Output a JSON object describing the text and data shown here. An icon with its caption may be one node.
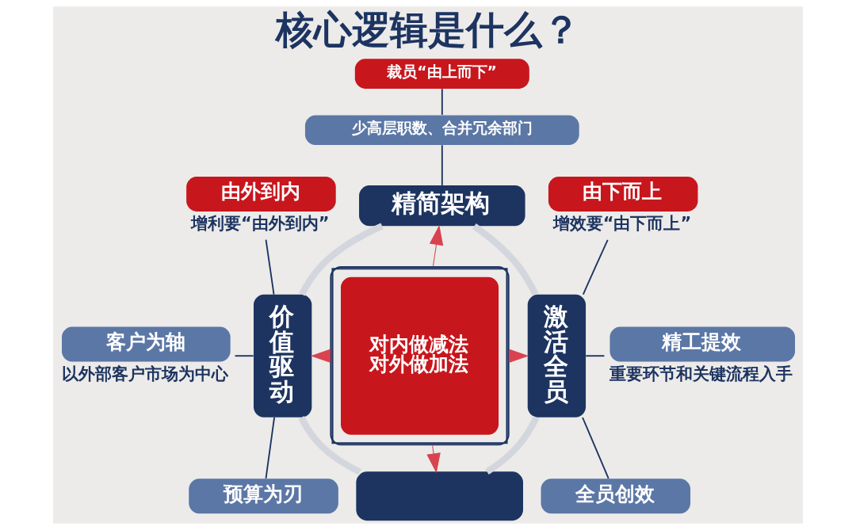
{
  "diagram": {
    "title": "核心逻辑是什么？",
    "nodes": [
      {
        "text": [
          "裁员“由上而下”"
        ]
      },
      {
        "text": [
          "少高层职数、合并冗余部门"
        ]
      },
      {
        "text": [
          "精简架构"
        ]
      },
      {
        "text": [
          "由外到内"
        ],
        "beside": [
          "增利要“由外到内”"
        ]
      },
      {
        "text": [
          "由下而上"
        ],
        "beside": [
          "增效要“由下而上”"
        ]
      },
      {
        "text": [
          "价值驱动"
        ]
      },
      {
        "text": [
          "对内做减法",
          "对外做加法"
        ]
      },
      {
        "text": [
          "激活全员"
        ]
      },
      {
        "text": [
          "客户为轴"
        ],
        "beside": [
          "以外部客户市场为中心"
        ]
      },
      {
        "text": [
          "精工提效"
        ],
        "beside": [
          "重要环节和关键流程入手"
        ]
      },
      {
        "text": [
          "预算为刃"
        ]
      },
      {
        "text": [
          "全员创效"
        ]
      },
      {
        "text": [],
        "shape": "box"
      }
    ],
    "edges": [
      {
        "from": 0,
        "to": 1,
        "arrow": "none"
      },
      {
        "from": 1,
        "to": 2,
        "arrow": "none"
      },
      {
        "from": 3,
        "to": 5,
        "arrow": "none"
      },
      {
        "from": 8,
        "to": 5,
        "arrow": "none"
      },
      {
        "from": 5,
        "to": 10,
        "arrow": "none"
      },
      {
        "from": 4,
        "to": 7,
        "arrow": "none"
      },
      {
        "from": 7,
        "to": 9,
        "arrow": "none"
      },
      {
        "from": 7,
        "to": 11,
        "arrow": "none"
      },
      {
        "from": 2,
        "to": 5,
        "arrow": "none",
        "style": "thick",
        "color": "#d3d7dd"
      },
      {
        "from": 2,
        "to": 7,
        "arrow": "none",
        "style": "thick",
        "color": "#d3d7dd"
      },
      {
        "from": 5,
        "to": 12,
        "arrow": "none",
        "style": "thick",
        "color": "#d3d7dd"
      },
      {
        "from": 7,
        "to": 12,
        "arrow": "none",
        "style": "thick",
        "color": "#d3d7dd"
      },
      {
        "from": 6,
        "to": 2,
        "arrow": "to",
        "color": "#d8434f"
      },
      {
        "from": 6,
        "to": 5,
        "arrow": "to",
        "color": "#d8434f"
      },
      {
        "from": 6,
        "to": 7,
        "arrow": "to",
        "color": "#d8434f"
      },
      {
        "from": 6,
        "to": 12,
        "arrow": "to",
        "color": "#d8434f"
      }
    ]
  }
}
